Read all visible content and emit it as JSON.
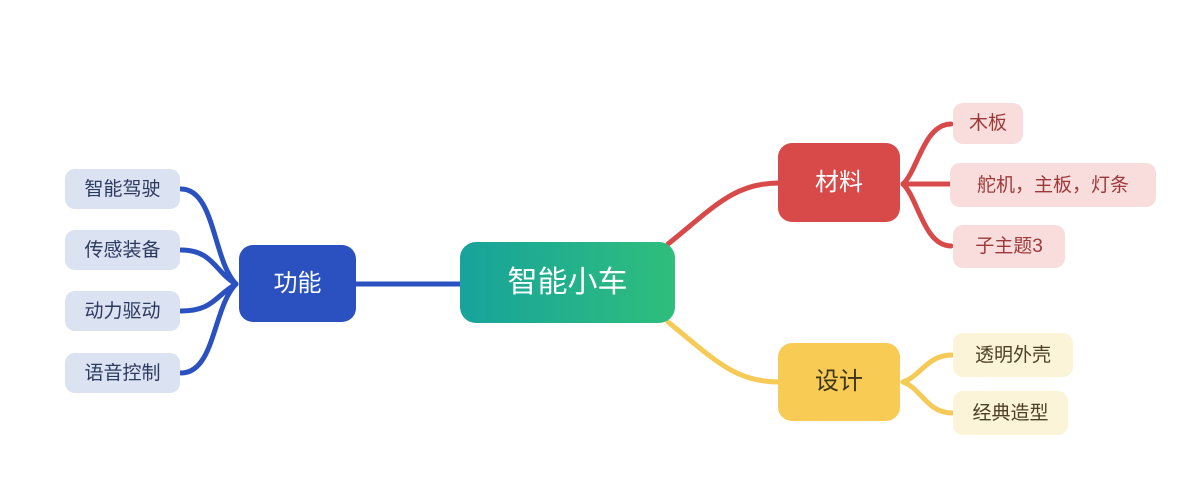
{
  "root": {
    "label": "智能小车",
    "gradient_start": "#17a39b",
    "gradient_end": "#2fbe7c",
    "text_color": "#ffffff"
  },
  "branches": [
    {
      "label": "功能",
      "bg": "#2a51bf",
      "text_color": "#ffffff",
      "line_color": "#2a51bf",
      "child_bg": "#dbe2f2",
      "child_text_color": "#2d3a5f",
      "children": [
        {
          "label": "智能驾驶"
        },
        {
          "label": "传感装备"
        },
        {
          "label": "动力驱动"
        },
        {
          "label": "语音控制"
        }
      ]
    },
    {
      "label": "材料",
      "bg": "#d84a4a",
      "text_color": "#ffffff",
      "line_color": "#d84a4a",
      "child_bg": "#f9dcdc",
      "child_text_color": "#9c3a3a",
      "children": [
        {
          "label": "木板"
        },
        {
          "label": "舵机，主板，灯条"
        },
        {
          "label": "子主题3"
        }
      ]
    },
    {
      "label": "设计",
      "bg": "#f8cb54",
      "text_color": "#3d341b",
      "line_color": "#f6ca57",
      "child_bg": "#fcf4d8",
      "child_text_color": "#4c4026",
      "children": [
        {
          "label": "透明外壳"
        },
        {
          "label": "经典造型"
        }
      ]
    }
  ]
}
